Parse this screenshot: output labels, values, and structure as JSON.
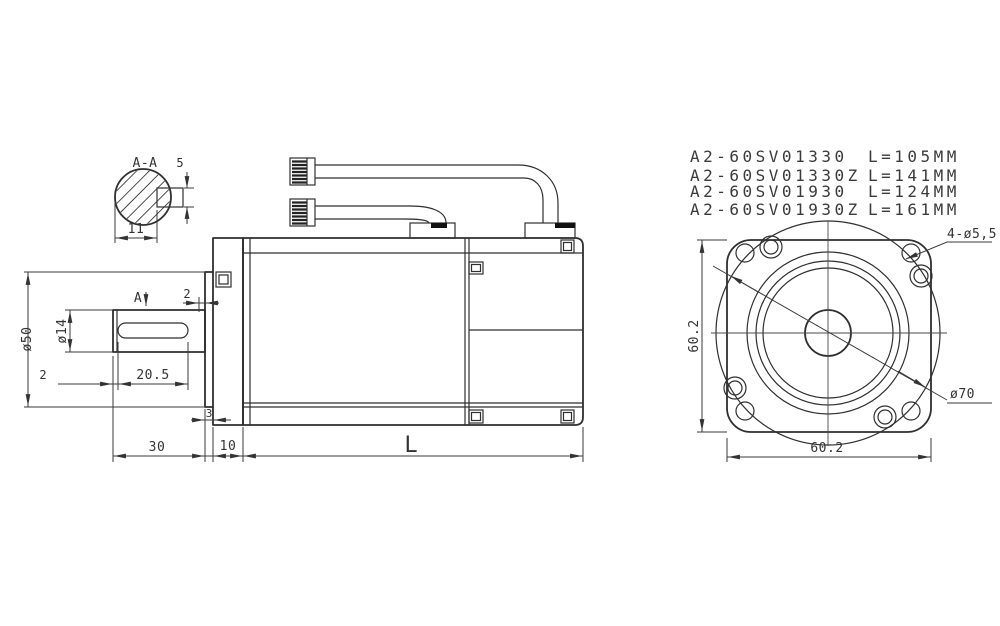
{
  "drawing": {
    "models": [
      {
        "model": "A2-60SV01330",
        "length": "L=105MM"
      },
      {
        "model": "A2-60SV01330Z",
        "length": "L=141MM"
      },
      {
        "model": "A2-60SV01930",
        "length": "L=124MM"
      },
      {
        "model": "A2-60SV01930Z",
        "length": "L=161MM"
      }
    ],
    "section_view": {
      "label": "A-A",
      "key_width": "5",
      "hub_width": "11"
    },
    "side_view": {
      "section_marker": "A",
      "pilot_diameter": "ø50",
      "shaft_diameter": "ø14",
      "keyway_offset": "2",
      "keyway_length": "20.5",
      "shaft_end_gap": "2",
      "boss_protrusion": "3",
      "shaft_length": "30",
      "flange_thickness": "10",
      "body_length": "L"
    },
    "front_view": {
      "height": "60.2",
      "width": "60.2",
      "mounting_holes": "4-ø5,5",
      "body_diameter": "ø70"
    }
  },
  "colors": {
    "line": "#2f2f2f",
    "background": "#ffffff"
  }
}
